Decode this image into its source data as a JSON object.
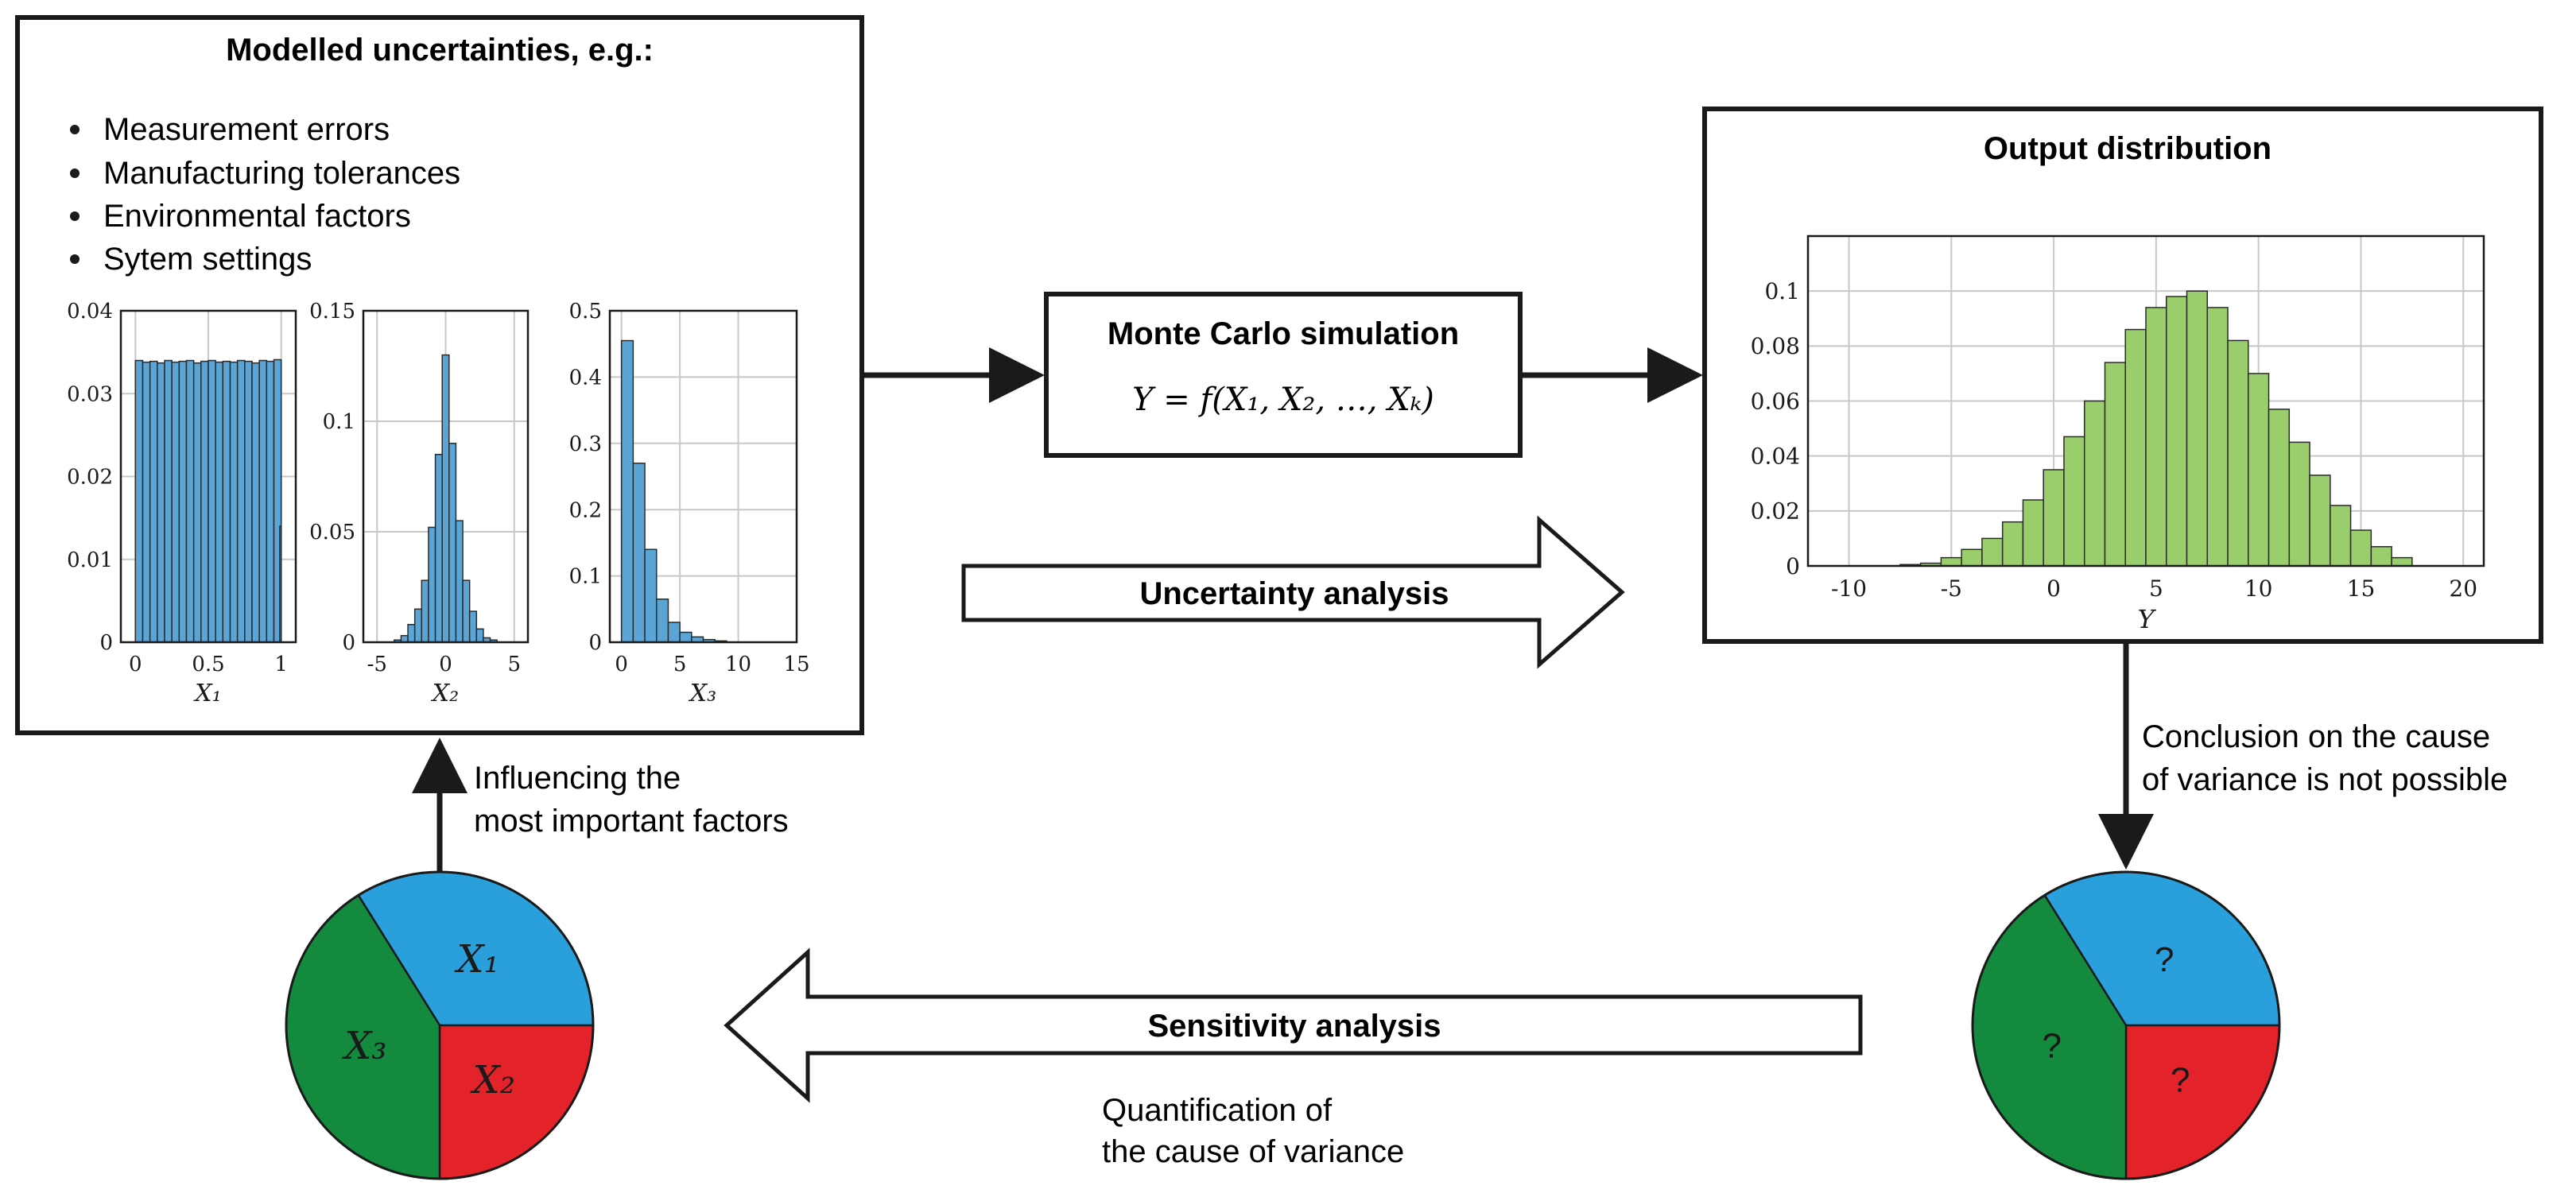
{
  "inputs_box": {
    "title": "Modelled uncertainties, e.g.:",
    "bullets": [
      "Measurement errors",
      "Manufacturing tolerances",
      "Environmental factors",
      "Sytem settings"
    ]
  },
  "monte_carlo": {
    "title": "Monte Carlo simulation",
    "formula": "Y = f(X₁, X₂, …, Xₖ)"
  },
  "output_box": {
    "title": "Output distribution"
  },
  "uncertainty_arrow": {
    "label": "Uncertainty analysis"
  },
  "sensitivity_arrow": {
    "label": "Sensitivity analysis",
    "caption_line1": "Quantification of",
    "caption_line2": "the cause of variance"
  },
  "feedback": {
    "line1": "Influencing the",
    "line2": "most important factors"
  },
  "conclusion": {
    "line1": "Conclusion on the cause",
    "line2": "of variance is not possible"
  },
  "pie_known": {
    "labels": [
      "X₁",
      "X₂",
      "X₃"
    ],
    "colors": [
      "#29a0dc",
      "#e42229",
      "#148a3f"
    ]
  },
  "pie_unknown": {
    "labels": [
      "?",
      "?",
      "?"
    ],
    "colors": [
      "#29a0dc",
      "#e42229",
      "#148a3f"
    ]
  },
  "chart_data": [
    {
      "type": "bar",
      "xlabel": "X₁",
      "x": [
        0.025,
        0.075,
        0.125,
        0.175,
        0.225,
        0.275,
        0.325,
        0.375,
        0.425,
        0.475,
        0.525,
        0.575,
        0.625,
        0.675,
        0.725,
        0.775,
        0.825,
        0.875,
        0.925,
        0.975,
        0.995
      ],
      "values": [
        0.034,
        0.0338,
        0.0339,
        0.0337,
        0.034,
        0.0338,
        0.0339,
        0.034,
        0.0337,
        0.0339,
        0.034,
        0.0338,
        0.0339,
        0.0338,
        0.034,
        0.0339,
        0.0337,
        0.034,
        0.0339,
        0.0341,
        0.014
      ],
      "xlim": [
        -0.1,
        1.1
      ],
      "ylim": [
        0,
        0.04
      ],
      "xticks": [
        "0",
        "0.5",
        "1"
      ],
      "yticks": [
        "0",
        "0.01",
        "0.02",
        "0.03",
        "0.04"
      ],
      "color": "#5aa5d6"
    },
    {
      "type": "bar",
      "xlabel": "X₂",
      "x": [
        -3.5,
        -3.0,
        -2.5,
        -2.0,
        -1.5,
        -1.0,
        -0.5,
        0.0,
        0.5,
        1.0,
        1.5,
        2.0,
        2.5,
        3.0,
        3.5
      ],
      "values": [
        0.001,
        0.003,
        0.008,
        0.015,
        0.028,
        0.052,
        0.085,
        0.13,
        0.09,
        0.055,
        0.028,
        0.014,
        0.006,
        0.002,
        0.001
      ],
      "xlim": [
        -6,
        6
      ],
      "ylim": [
        0,
        0.15
      ],
      "xticks": [
        "-5",
        "0",
        "5"
      ],
      "yticks": [
        "0",
        "0.05",
        "0.1",
        "0.15"
      ],
      "color": "#5aa5d6"
    },
    {
      "type": "bar",
      "xlabel": "X₃",
      "x": [
        0.5,
        1.5,
        2.5,
        3.5,
        4.5,
        5.5,
        6.5,
        7.5,
        8.5
      ],
      "values": [
        0.455,
        0.27,
        0.14,
        0.065,
        0.03,
        0.015,
        0.008,
        0.004,
        0.002
      ],
      "xlim": [
        -1,
        15
      ],
      "ylim": [
        0,
        0.5
      ],
      "xticks": [
        "0",
        "5",
        "10",
        "15"
      ],
      "yticks": [
        "0",
        "0.1",
        "0.2",
        "0.3",
        "0.4",
        "0.5"
      ],
      "color": "#5aa5d6"
    },
    {
      "type": "bar",
      "xlabel": "Y",
      "x": [
        -7,
        -6,
        -5,
        -4,
        -3,
        -2,
        -1,
        0,
        1,
        2,
        3,
        4,
        5,
        6,
        7,
        8,
        9,
        10,
        11,
        12,
        13,
        14,
        15,
        16,
        17
      ],
      "values": [
        0.0005,
        0.001,
        0.003,
        0.006,
        0.01,
        0.016,
        0.024,
        0.035,
        0.047,
        0.06,
        0.074,
        0.086,
        0.094,
        0.098,
        0.1,
        0.094,
        0.082,
        0.07,
        0.057,
        0.045,
        0.033,
        0.022,
        0.013,
        0.007,
        0.003
      ],
      "xlim": [
        -12,
        21
      ],
      "ylim": [
        0,
        0.12
      ],
      "xticks": [
        "-10",
        "-5",
        "0",
        "5",
        "10",
        "15",
        "20"
      ],
      "yticks": [
        "0",
        "0.02",
        "0.04",
        "0.06",
        "0.08",
        "0.1"
      ],
      "color": "#9acd6b"
    }
  ]
}
